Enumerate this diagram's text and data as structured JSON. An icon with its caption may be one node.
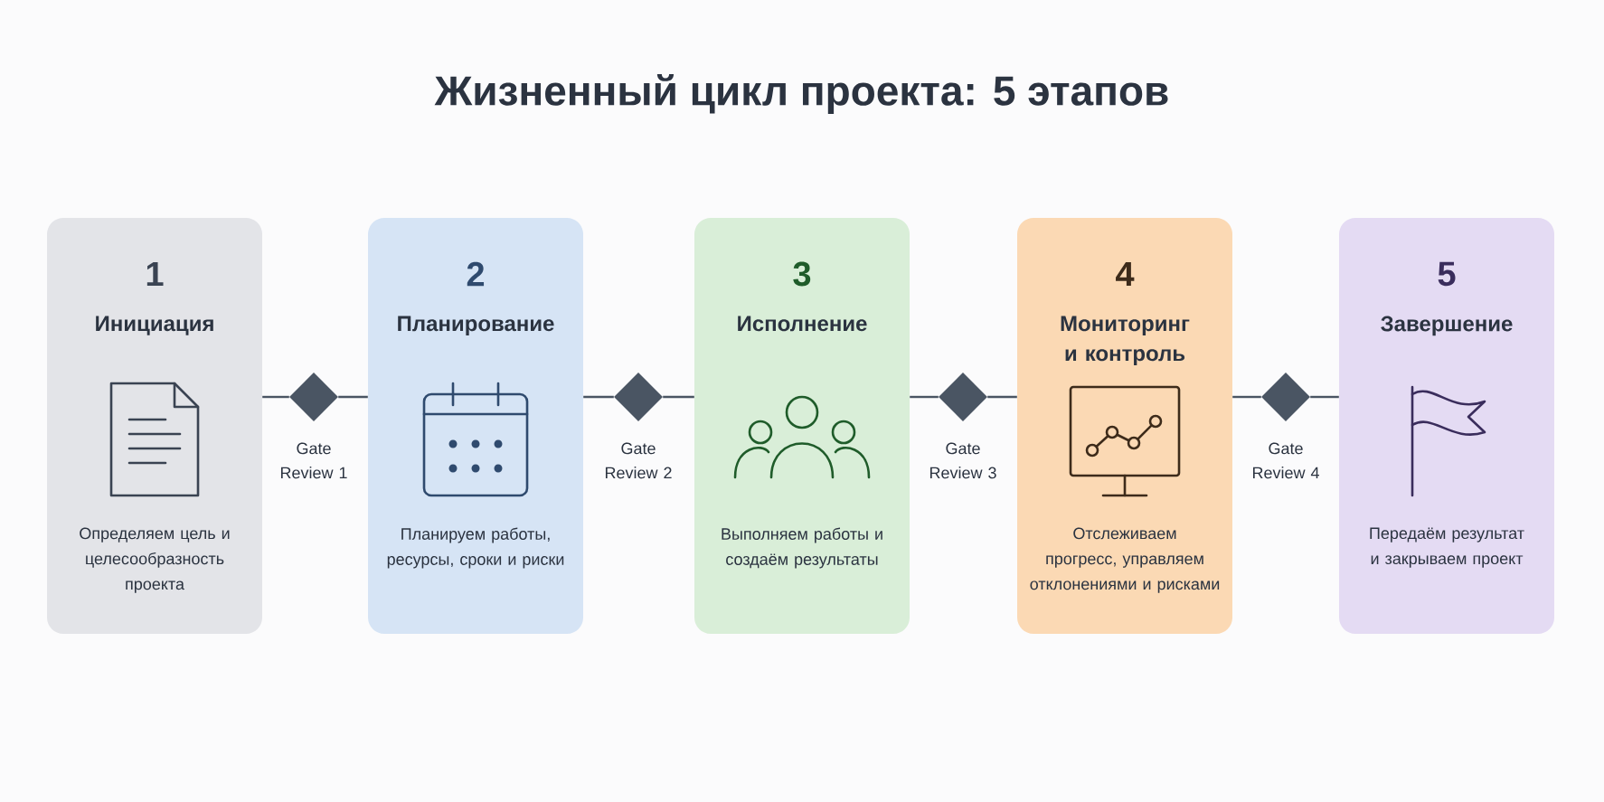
{
  "diagram": {
    "title": "Жизненный цикл проекта: 5 этапов",
    "nodes": [
      {
        "text": [
          "1",
          "Инициация",
          "Определяем цель и целесообразность проекта"
        ]
      },
      {
        "text": [],
        "shape": "diamond",
        "beside": [
          "Gate Review 1"
        ]
      },
      {
        "text": [
          "2",
          "Планирование",
          "Планируем работы, ресурсы, сроки и риски"
        ]
      },
      {
        "text": [],
        "shape": "diamond",
        "beside": [
          "Gate Review 2"
        ]
      },
      {
        "text": [
          "3",
          "Исполнение",
          "Выполняем работы и создаём результаты"
        ]
      },
      {
        "text": [],
        "shape": "diamond",
        "beside": [
          "Gate Review 3"
        ]
      },
      {
        "text": [
          "4",
          "Мониторинг и контроль",
          "Отслеживаем прогресс, управляем отклонениями и рисками"
        ]
      },
      {
        "text": [],
        "shape": "diamond",
        "beside": [
          "Gate Review 4"
        ]
      },
      {
        "text": [
          "5",
          "Завершение",
          "Передаём результат и закрываем проект"
        ]
      }
    ],
    "edges": [
      {
        "from": 0,
        "to": 1,
        "arrow": "none"
      },
      {
        "from": 1,
        "to": 2,
        "arrow": "none"
      },
      {
        "from": 2,
        "to": 3,
        "arrow": "none"
      },
      {
        "from": 3,
        "to": 4,
        "arrow": "none"
      },
      {
        "from": 4,
        "to": 5,
        "arrow": "none"
      },
      {
        "from": 5,
        "to": 6,
        "arrow": "none"
      },
      {
        "from": 6,
        "to": 7,
        "arrow": "none"
      },
      {
        "from": 7,
        "to": 8,
        "arrow": "none"
      }
    ]
  }
}
